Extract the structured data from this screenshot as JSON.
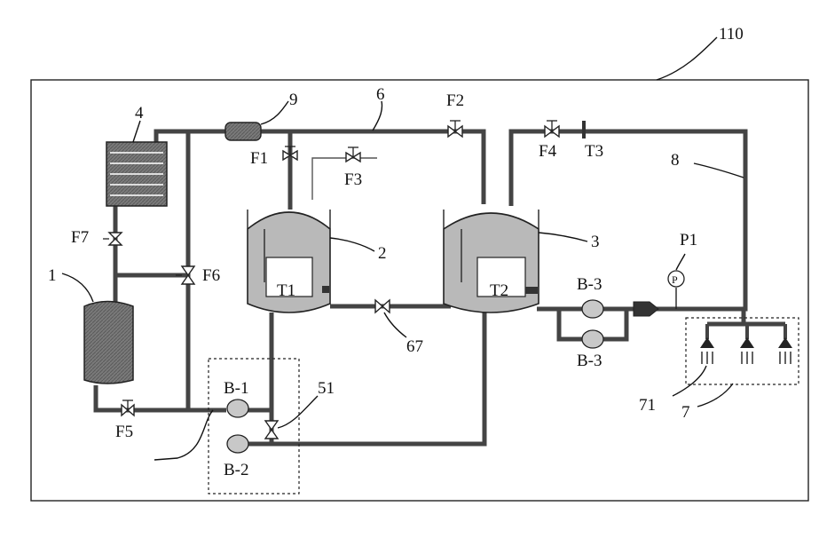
{
  "labels": {
    "system": "110",
    "item_1": "1",
    "item_2": "2",
    "item_3": "3",
    "item_4": "4",
    "item_6": "6",
    "item_7": "7",
    "item_8": "8",
    "item_9": "9",
    "item_51": "51",
    "item_67": "67",
    "item_71": "71",
    "tank_t1": "T1",
    "tank_t2": "T2",
    "valve_f1": "F1",
    "valve_f2": "F2",
    "valve_f3": "F3",
    "valve_f4": "F4",
    "valve_f5": "F5",
    "valve_f6": "F6",
    "valve_f7": "F7",
    "sensor_t3": "T3",
    "sensor_p1": "P1",
    "gauge_p": "P",
    "pump_b1": "B-1",
    "pump_b2": "B-2",
    "pump_b3_top": "B-3",
    "pump_b3_bottom": "B-3"
  }
}
